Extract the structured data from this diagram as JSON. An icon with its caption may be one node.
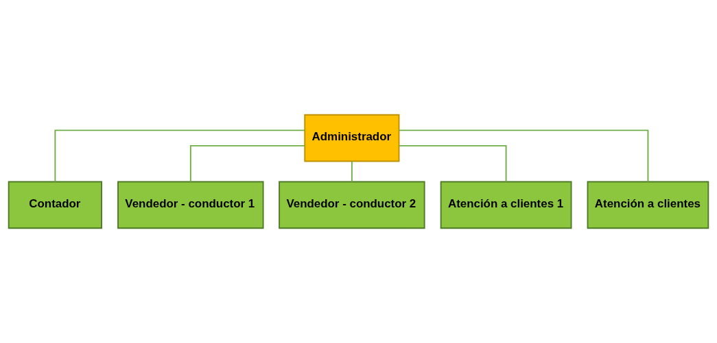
{
  "diagram": {
    "nodes": [
      {
        "text": [
          "Administrador"
        ]
      },
      {
        "text": [
          "Contador"
        ]
      },
      {
        "text": [
          "Vendedor - conductor 1"
        ]
      },
      {
        "text": [
          "Vendedor - conductor 2"
        ]
      },
      {
        "text": [
          "Atención a clientes 1"
        ]
      },
      {
        "text": [
          "Atención a clientes"
        ]
      }
    ],
    "edges": [
      {
        "from": 0,
        "to": 1,
        "arrow": "none"
      },
      {
        "from": 0,
        "to": 2,
        "arrow": "none"
      },
      {
        "from": 0,
        "to": 3,
        "arrow": "none"
      },
      {
        "from": 0,
        "to": 4,
        "arrow": "none"
      },
      {
        "from": 0,
        "to": 5,
        "arrow": "none"
      }
    ]
  }
}
